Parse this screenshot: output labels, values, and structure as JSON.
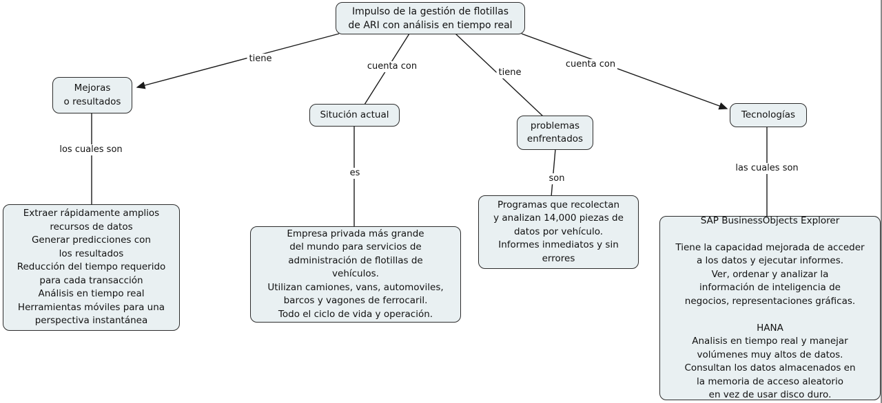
{
  "title": "Impulso de la gestión de flotillas de ARI con análisis en tiempo real",
  "colors": {
    "node_fill": "#e9f0f2",
    "node_border": "#2b2b2b",
    "connector": "#1a1a1a",
    "background": "#ffffff"
  },
  "nodes": {
    "root": {
      "lines": [
        "Impulso de la gestión de flotillas",
        "de ARI con análisis en tiempo real"
      ]
    },
    "mejoras": {
      "lines": [
        "Mejoras",
        "o resultados"
      ]
    },
    "situacion": {
      "lines": [
        "Situción actual"
      ]
    },
    "problemas": {
      "lines": [
        "problemas",
        "enfrentados"
      ]
    },
    "tecnologias": {
      "lines": [
        "Tecnologías"
      ]
    },
    "mejoras_detail": {
      "lines": [
        "Extraer rápidamente amplios",
        "recursos de datos",
        "Generar predicciones con",
        "los resultados",
        "Reducción del tiempo requerido",
        "para cada transacción",
        "Análisis en tiempo real",
        "Herramientas móviles para una",
        "perspectiva instantánea"
      ]
    },
    "situacion_detail": {
      "lines": [
        "Empresa privada más grande",
        "del mundo para servicios de",
        "administración de flotillas de",
        "vehículos.",
        "Utilizan camiones, vans, automoviles,",
        "barcos y vagones de ferrocaril.",
        "Todo el ciclo de vida y operación."
      ]
    },
    "problemas_detail": {
      "lines": [
        "Programas que recolectan",
        "y analizan 14,000 piezas de",
        "datos por vehículo.",
        "Informes inmediatos y sin",
        "errores"
      ]
    },
    "tecnologias_detail": {
      "lines": [
        "SAP BusinessObjects Explorer",
        "",
        "Tiene la capacidad mejorada de acceder",
        "a los datos y ejecutar informes.",
        "Ver, ordenar y analizar la",
        "información de inteligencia de",
        "negocios, representaciones gráficas.",
        "",
        "HANA",
        "Analisis en tiempo real y manejar",
        "volúmenes muy altos de datos.",
        "Consultan los datos almacenados en",
        "la memoria de acceso aleatorio",
        "en vez de usar disco duro."
      ]
    }
  },
  "edge_labels": {
    "tiene_mejoras": "tiene",
    "cuenta_con_situacion": "cuenta con",
    "tiene_problemas": "tiene",
    "cuenta_con_tecnologias": "cuenta con",
    "los_cuales_son": "los cuales son",
    "es": "es",
    "son": "son",
    "las_cuales_son": "las cuales son"
  }
}
